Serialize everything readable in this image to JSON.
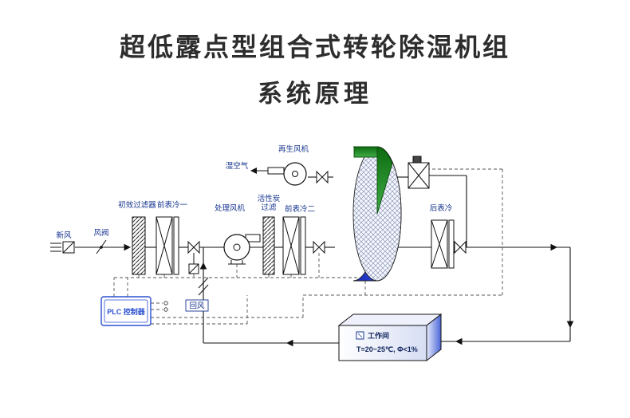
{
  "title": {
    "line1": "超低露点型组合式转轮除湿机组",
    "line2": "系统原理"
  },
  "diagram": {
    "labels": {
      "fresh_air": "新风",
      "air_valve": "风阀",
      "primary_filter": "初效过滤器",
      "pre_cooler_1": "前表冷一",
      "process_fan": "处理风机",
      "carbon_filter_line1": "活性炭",
      "carbon_filter_line2": "过滤",
      "pre_cooler_2": "前表冷二",
      "regen_fan": "再生风机",
      "wet_air": "湿空气",
      "after_cooler": "后表冷",
      "plc_controller": "PLC 控制器",
      "return_air": "回风",
      "workroom": "工作间",
      "workroom_condition": "T=20~25℃, Φ<1%"
    },
    "colors": {
      "label_blue": "#16348f",
      "plc_blue": "#2b50d0",
      "wheel_blue_dark": "#1726b5",
      "wheel_blue_light": "#dfe6ff",
      "sector_green": "#2e8b2e",
      "title_gray": "#2d2d2d",
      "line_black": "#111111"
    }
  }
}
